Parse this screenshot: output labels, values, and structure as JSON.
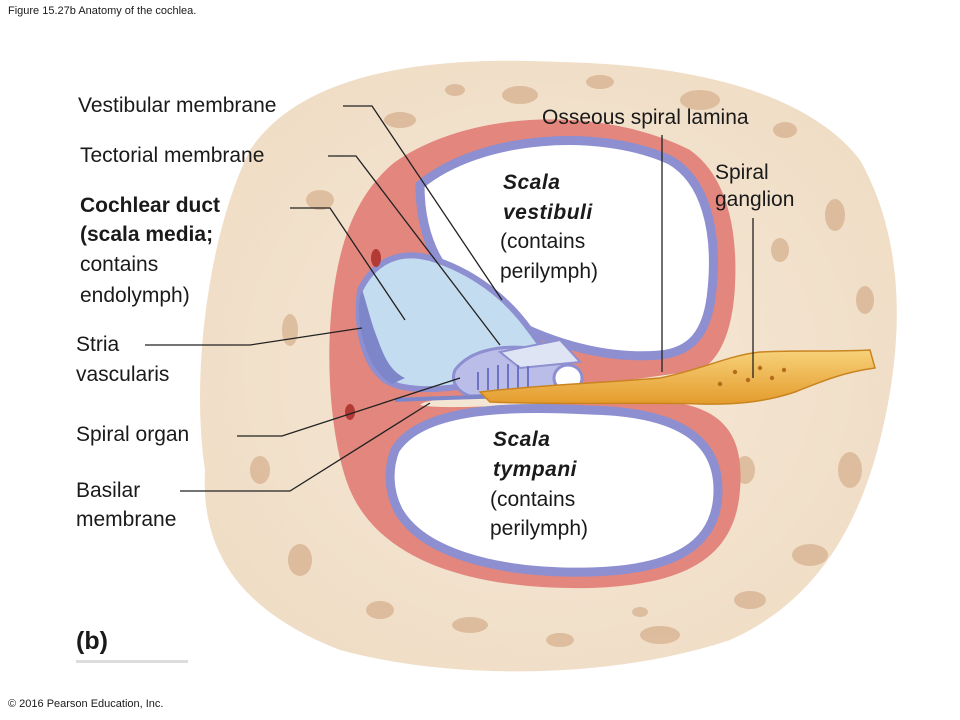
{
  "figure_caption": "Figure 15.27b Anatomy of the cochlea.",
  "copyright": "© 2016 Pearson Education, Inc.",
  "panel_letter": "(b)",
  "colors": {
    "bone": "#f3e3cf",
    "bone_pore": "#d9b796",
    "duct_wall": "#e3867d",
    "chamber_edge": "#8d8fd0",
    "chamber_fill": "#ffffff",
    "endolymph": "#c3dcf0",
    "ganglion": "#f0b040",
    "leader": "#222222"
  },
  "labels": {
    "vestibular_membrane": "Vestibular membrane",
    "tectorial_membrane": "Tectorial membrane",
    "cochlear_duct_1": "Cochlear duct",
    "cochlear_duct_2": "(scala media;",
    "cochlear_duct_3": "contains",
    "cochlear_duct_4": "endolymph)",
    "stria_1": "Stria",
    "stria_2": "vascularis",
    "spiral_organ": "Spiral organ",
    "basilar_1": "Basilar",
    "basilar_2": "membrane",
    "osseous_spiral_lamina": "Osseous spiral lamina",
    "spiral_ganglion_1": "Spiral",
    "spiral_ganglion_2": "ganglion",
    "scala_vestibuli_1": "Scala",
    "scala_vestibuli_2": "vestibuli",
    "scala_vestibuli_3": "(contains",
    "scala_vestibuli_4": "perilymph)",
    "scala_tympani_1": "Scala",
    "scala_tympani_2": "tympani",
    "scala_tympani_3": "(contains",
    "scala_tympani_4": "perilymph)"
  }
}
